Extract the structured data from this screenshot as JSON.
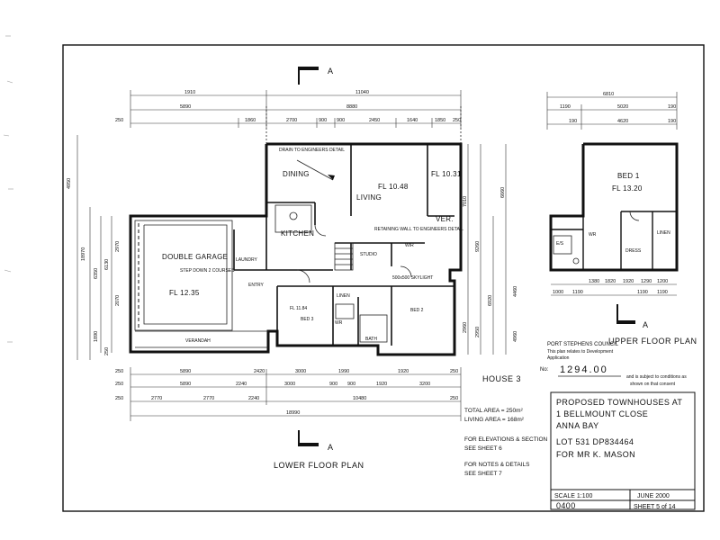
{
  "section_marker": "A",
  "lower": {
    "title": "LOWER FLOOR PLAN",
    "rooms": {
      "dining": "DINING",
      "living": "LIVING",
      "fl_living": "FL 10.48",
      "fl_ver": "FL 10.31",
      "ver": "VER.",
      "kitchen": "KITCHEN",
      "double_garage": "DOUBLE GARAGE",
      "step_down": "STEP DOWN 2 COURSES",
      "fl_garage": "FL 12.35",
      "laundry": "LAUNDRY",
      "entry": "ENTRY",
      "verandah": "VERANDAH",
      "fl_bed3": "FL 11.84",
      "bed3": "BED 3",
      "linen": "LINEN",
      "bath": "BATH",
      "bed2": "BED 2",
      "studio": "STUDIO",
      "wir": "WIR",
      "wr": "WR",
      "skylight": "500x500 SKYLIGHT"
    },
    "notes": {
      "drain": "DRAIN TO ENGINEERS DETAIL",
      "retaining": "RETAINING WALL TO ENGINEERS DETAIL"
    },
    "dims": {
      "top1": [
        "1910",
        "11040"
      ],
      "top2": [
        "5890",
        "8880"
      ],
      "top3": [
        "250",
        "1860",
        "2700",
        "900",
        "900",
        "2450",
        "1640",
        "1850",
        "250"
      ],
      "bottom1": [
        "250",
        "5890",
        "2420",
        "3000",
        "1990",
        "1920",
        "250"
      ],
      "bottom2": [
        "250",
        "5890",
        "2240",
        "3000",
        "900",
        "900",
        "1920",
        "3200"
      ],
      "bottom3": [
        "250",
        "2770",
        "2770",
        "2240",
        "10480",
        "250"
      ],
      "bottom4": "18990",
      "left": [
        "4950",
        "18970",
        "6350",
        "6130",
        "2070",
        "2970",
        "1890",
        "250"
      ],
      "right": [
        "6660",
        "7010",
        "9260",
        "6920",
        "4460",
        "4960",
        "2960",
        "2950"
      ]
    }
  },
  "upper": {
    "title": "UPPER FLOOR PLAN",
    "rooms": {
      "bed1": "BED 1",
      "fl": "FL 13.20",
      "linen": "LINEN",
      "dress": "DRESS",
      "es": "E/S",
      "wr": "WR"
    },
    "dims": {
      "top": [
        "6810",
        "1190",
        "5020",
        "190",
        "4620",
        "190",
        "190"
      ],
      "bottom": [
        "1000",
        "1190",
        "1380",
        "1820",
        "1920",
        "1290",
        "1200",
        "1190",
        "1190"
      ]
    }
  },
  "house": "HOUSE 3",
  "areas": {
    "total": "TOTAL AREA = 250m²",
    "living": "LIVING AREA = 168m²"
  },
  "refs": {
    "elevations": "FOR ELEVATIONS & SECTION",
    "elevations_sheet": "SEE SHEET 6",
    "notes": "FOR NOTES & DETAILS",
    "notes_sheet": "SEE SHEET 7"
  },
  "stamp": {
    "council": "PORT STEPHENS COUNCIL",
    "line1": "This plan relates to Development",
    "line2": "Application",
    "no_label": "No:",
    "number": "1294.00",
    "subject1": "and is subject to conditions as",
    "subject2": "shown on that consent"
  },
  "title_block": {
    "line1": "PROPOSED TOWNHOUSES AT",
    "line2": "1 BELLMOUNT CLOSE",
    "line3": "ANNA BAY",
    "line4": "LOT 531 DP834464",
    "line5": "FOR MR K. MASON",
    "scale": "SCALE 1:100",
    "date": "JUNE 2000",
    "job": "0400",
    "sheet": "SHEET 5 of 14"
  }
}
